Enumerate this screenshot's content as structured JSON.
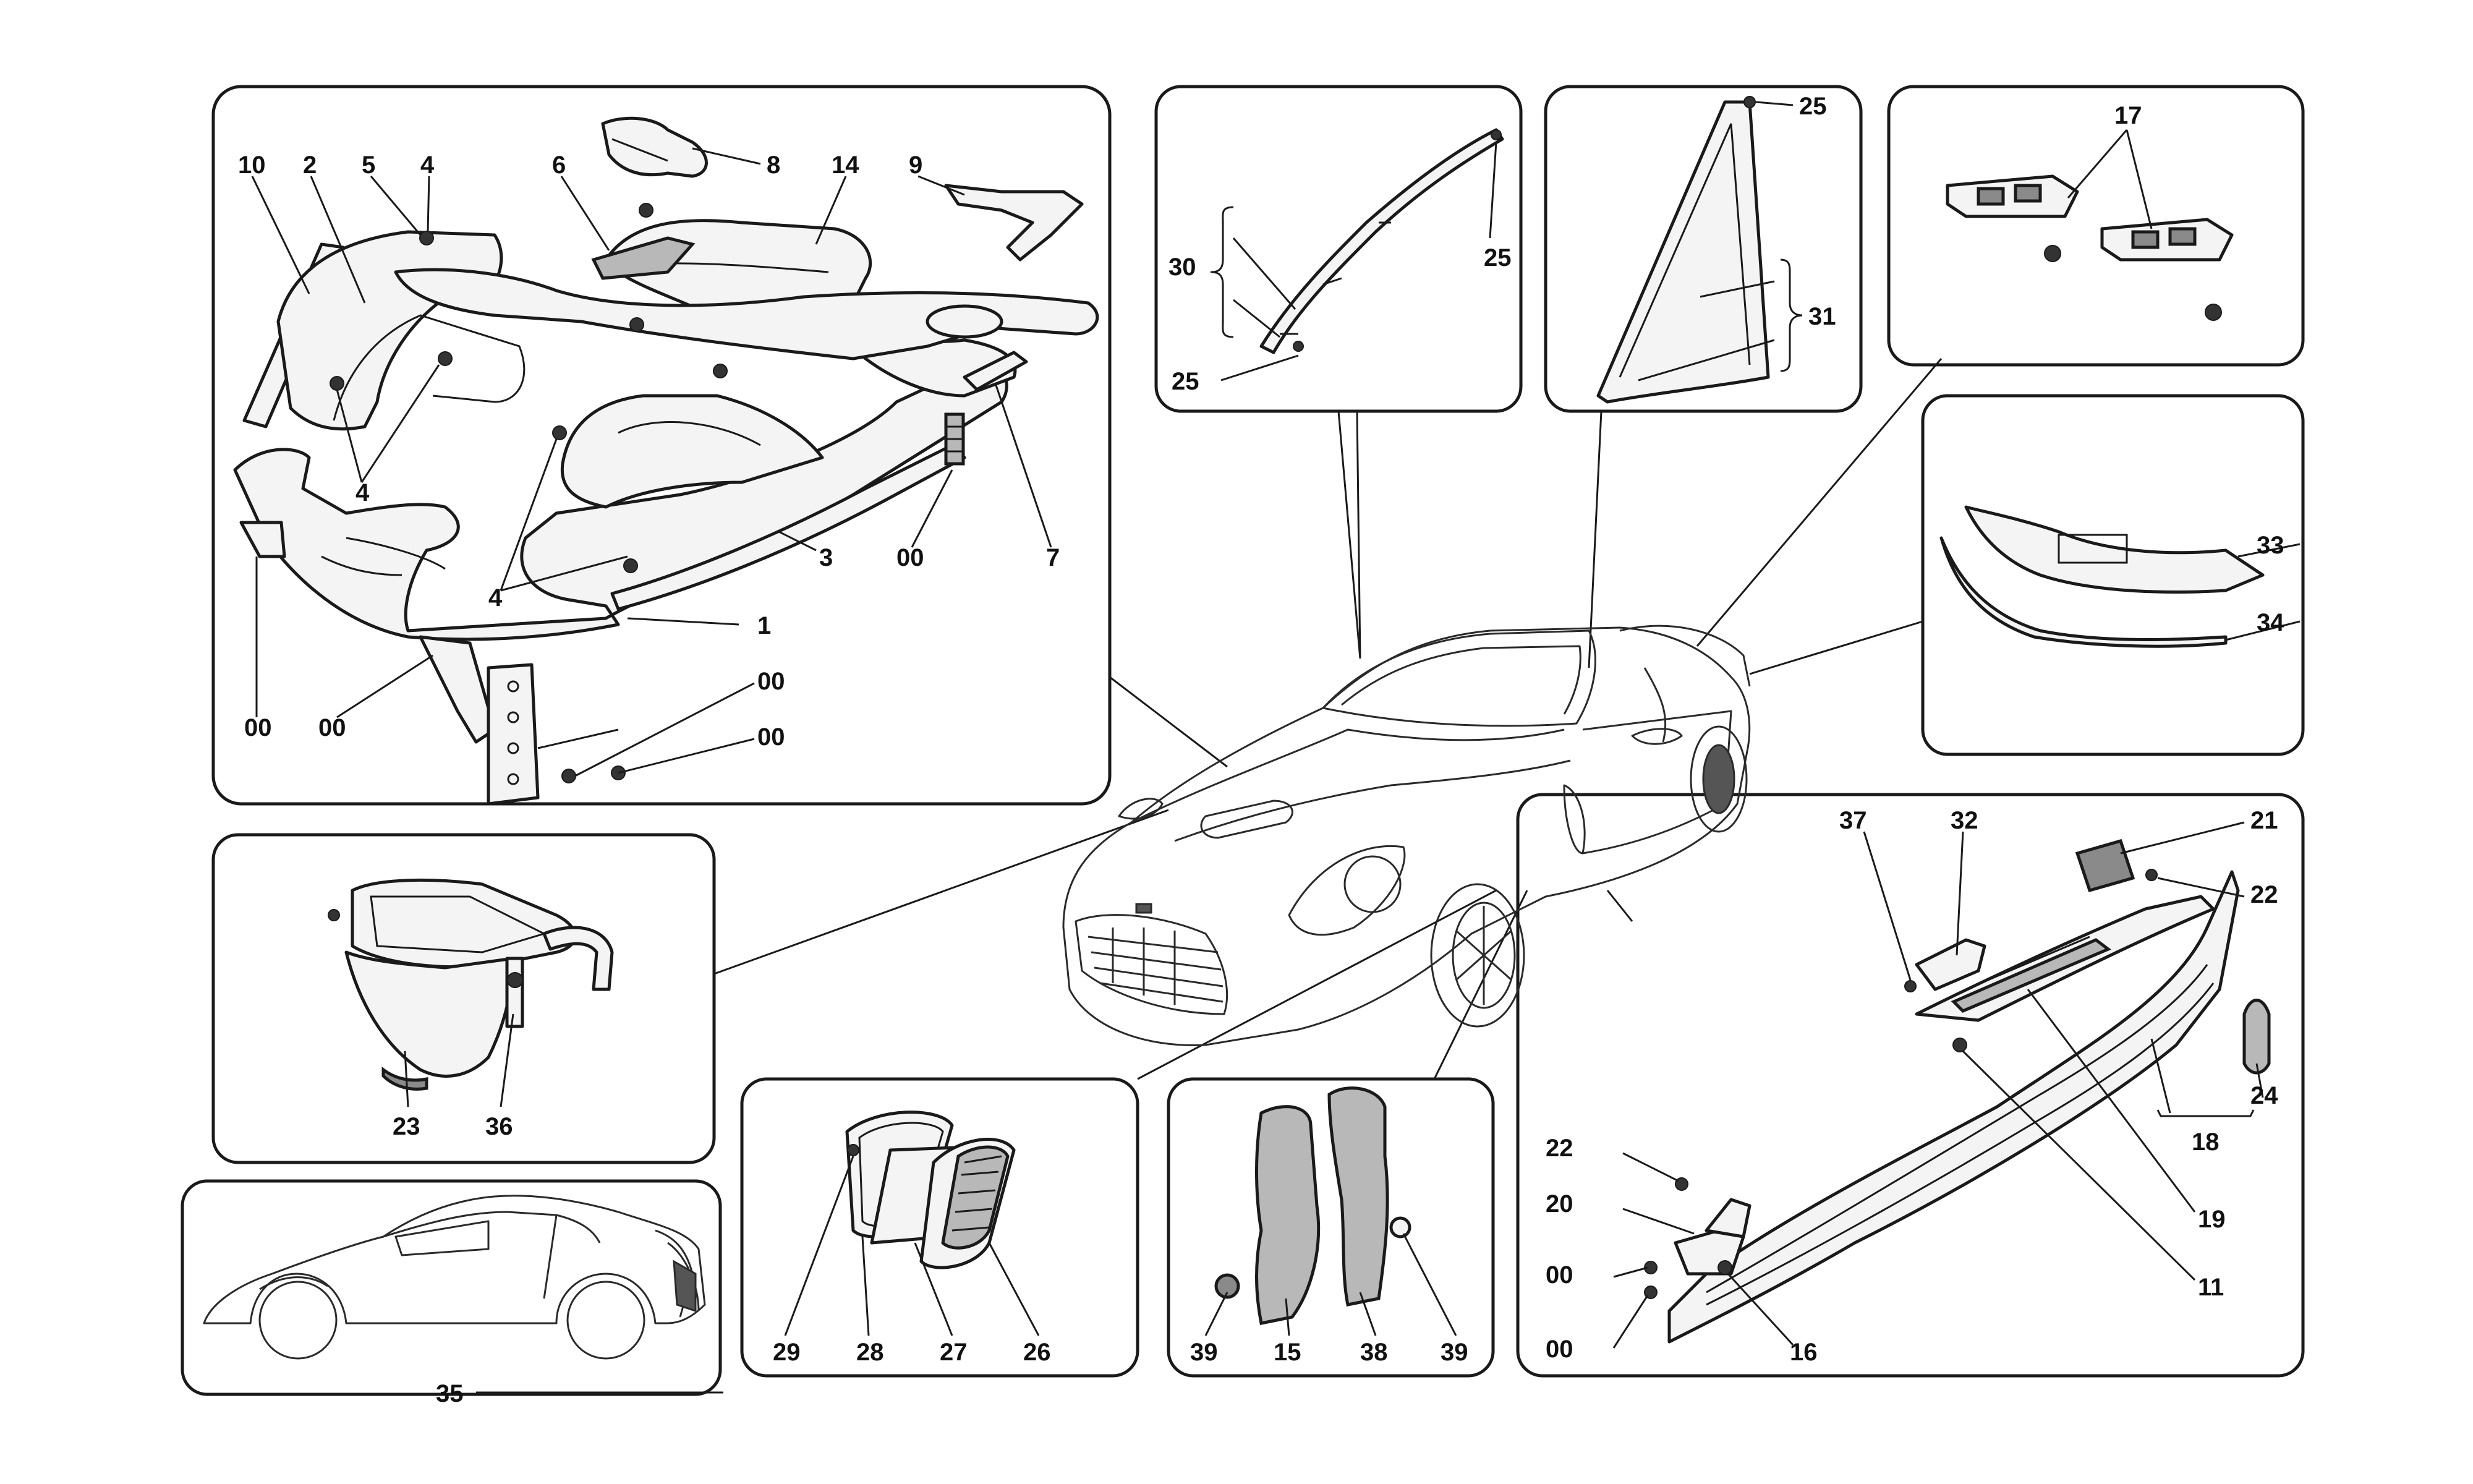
{
  "labels": {
    "top_left": [
      "10",
      "2",
      "5",
      "4",
      "6",
      "8",
      "14",
      "9",
      "4",
      "4",
      "3",
      "00",
      "7",
      "1",
      "00",
      "00",
      "00",
      "00"
    ],
    "windshield": [
      "30",
      "25",
      "25"
    ],
    "pillar": [
      "25",
      "31"
    ],
    "latches": [
      "17"
    ],
    "rear_trim": [
      "33",
      "34"
    ],
    "duct": [
      "23",
      "36"
    ],
    "side_view": [
      "35"
    ],
    "grille": [
      "29",
      "28",
      "27",
      "26"
    ],
    "shields": [
      "39",
      "15",
      "38",
      "39"
    ],
    "sill": [
      "37",
      "32",
      "21",
      "22",
      "24",
      "18",
      "19",
      "11",
      "22",
      "20",
      "00",
      "00",
      "16"
    ]
  }
}
